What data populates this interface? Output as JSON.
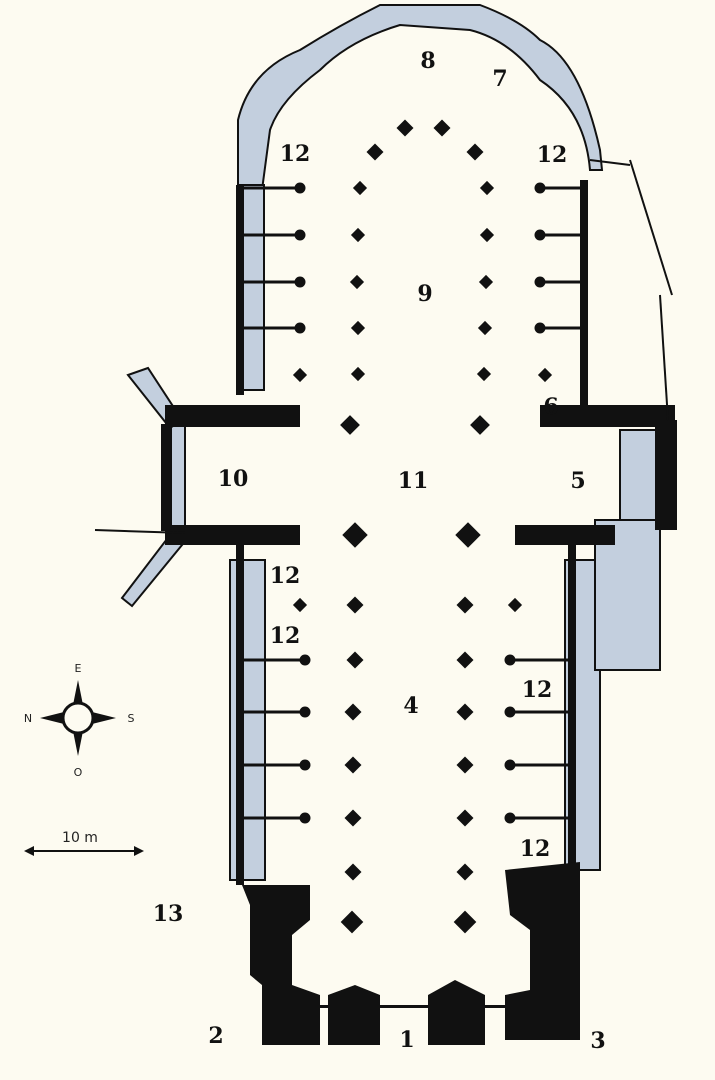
{
  "labels": {
    "entrance": "1",
    "tower_north": "2",
    "tower_south": "3",
    "nave": "4",
    "transept_south": "5",
    "sacristy": "6",
    "chapel_radiating": "7",
    "chapel_axial": "8",
    "choir": "9",
    "transept_north": "10",
    "crossing": "11",
    "side_chapel": "12",
    "exterior": "13"
  },
  "compass": {
    "north": "N",
    "east": "E",
    "south": "S",
    "west": "O"
  },
  "scale_bar": {
    "label": "10 m"
  },
  "colors": {
    "background": "#fdfbf1",
    "wall": "#111111",
    "shade": "#c3cfde"
  }
}
